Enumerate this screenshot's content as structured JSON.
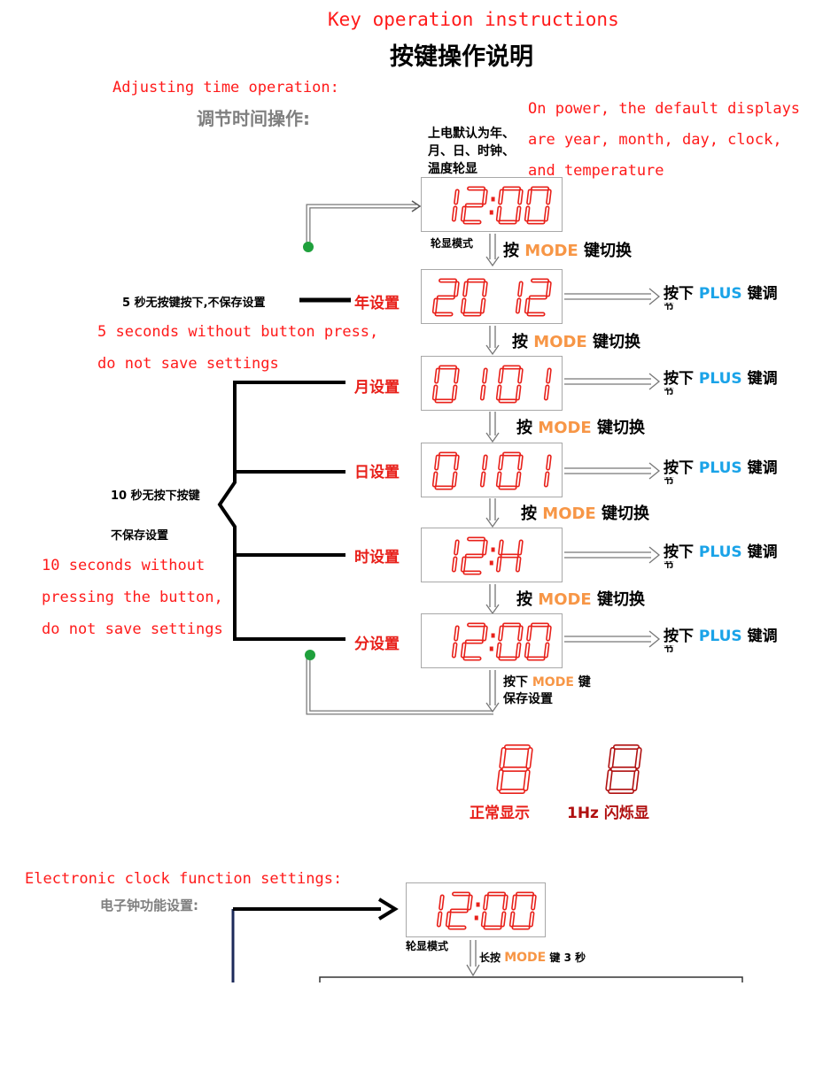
{
  "header": {
    "title_en": "Key operation instructions",
    "title_cn": "按键操作说明"
  },
  "adjust": {
    "title_en": "Adjusting time operation:",
    "title_cn": "调节时间操作:",
    "note_cn": [
      "上电默认为年、",
      "月、日、时钟、",
      "温度轮显"
    ],
    "note_en": [
      "On power, the default displays",
      "are year, month, day, clock,",
      "and temperature"
    ],
    "rotate_label": "轮显模式",
    "press_word": "按",
    "press_down_word": "按下",
    "mode_word": "MODE",
    "plus_word": "PLUS",
    "switch_word": "键切换",
    "adjust_word": "键调",
    "adjust_tail": "节",
    "key_word": "键",
    "save_label": "保存设置",
    "timeout5_cn": "5 秒无按键按下,不保存设置",
    "timeout5_en": [
      "5 seconds without button press,",
      "do not save settings"
    ],
    "timeout10_cn": [
      "10 秒无按下按键",
      "不保存设置"
    ],
    "timeout10_en": [
      "10 seconds without",
      "pressing the button,",
      "do not save settings"
    ],
    "steps": [
      {
        "label": "",
        "digits": "12:00"
      },
      {
        "label": "年设置",
        "digits": "2012"
      },
      {
        "label": "月设置",
        "digits": "0101"
      },
      {
        "label": "日设置",
        "digits": "0101"
      },
      {
        "label": "时设置",
        "digits": "12:H"
      },
      {
        "label": "分设置",
        "digits": "12:00"
      }
    ]
  },
  "legend": {
    "normal_label": "正常显示",
    "blink_label": "1Hz 闪烁显",
    "normal_color": "#e8201a",
    "blink_color": "#b01010"
  },
  "clock_func": {
    "title_en": "Electronic clock function settings:",
    "title_cn": "电子钟功能设置:",
    "rotate_label": "轮显模式",
    "long_press_word": "长按",
    "mode_word": "MODE",
    "hold_word": "键 3 秒",
    "digits": "12:00"
  },
  "colors": {
    "segment": "#e8201a",
    "wire": "#000000",
    "dot": "#1fa03c",
    "mode": "#f79646",
    "plus": "#1aa3e8"
  }
}
